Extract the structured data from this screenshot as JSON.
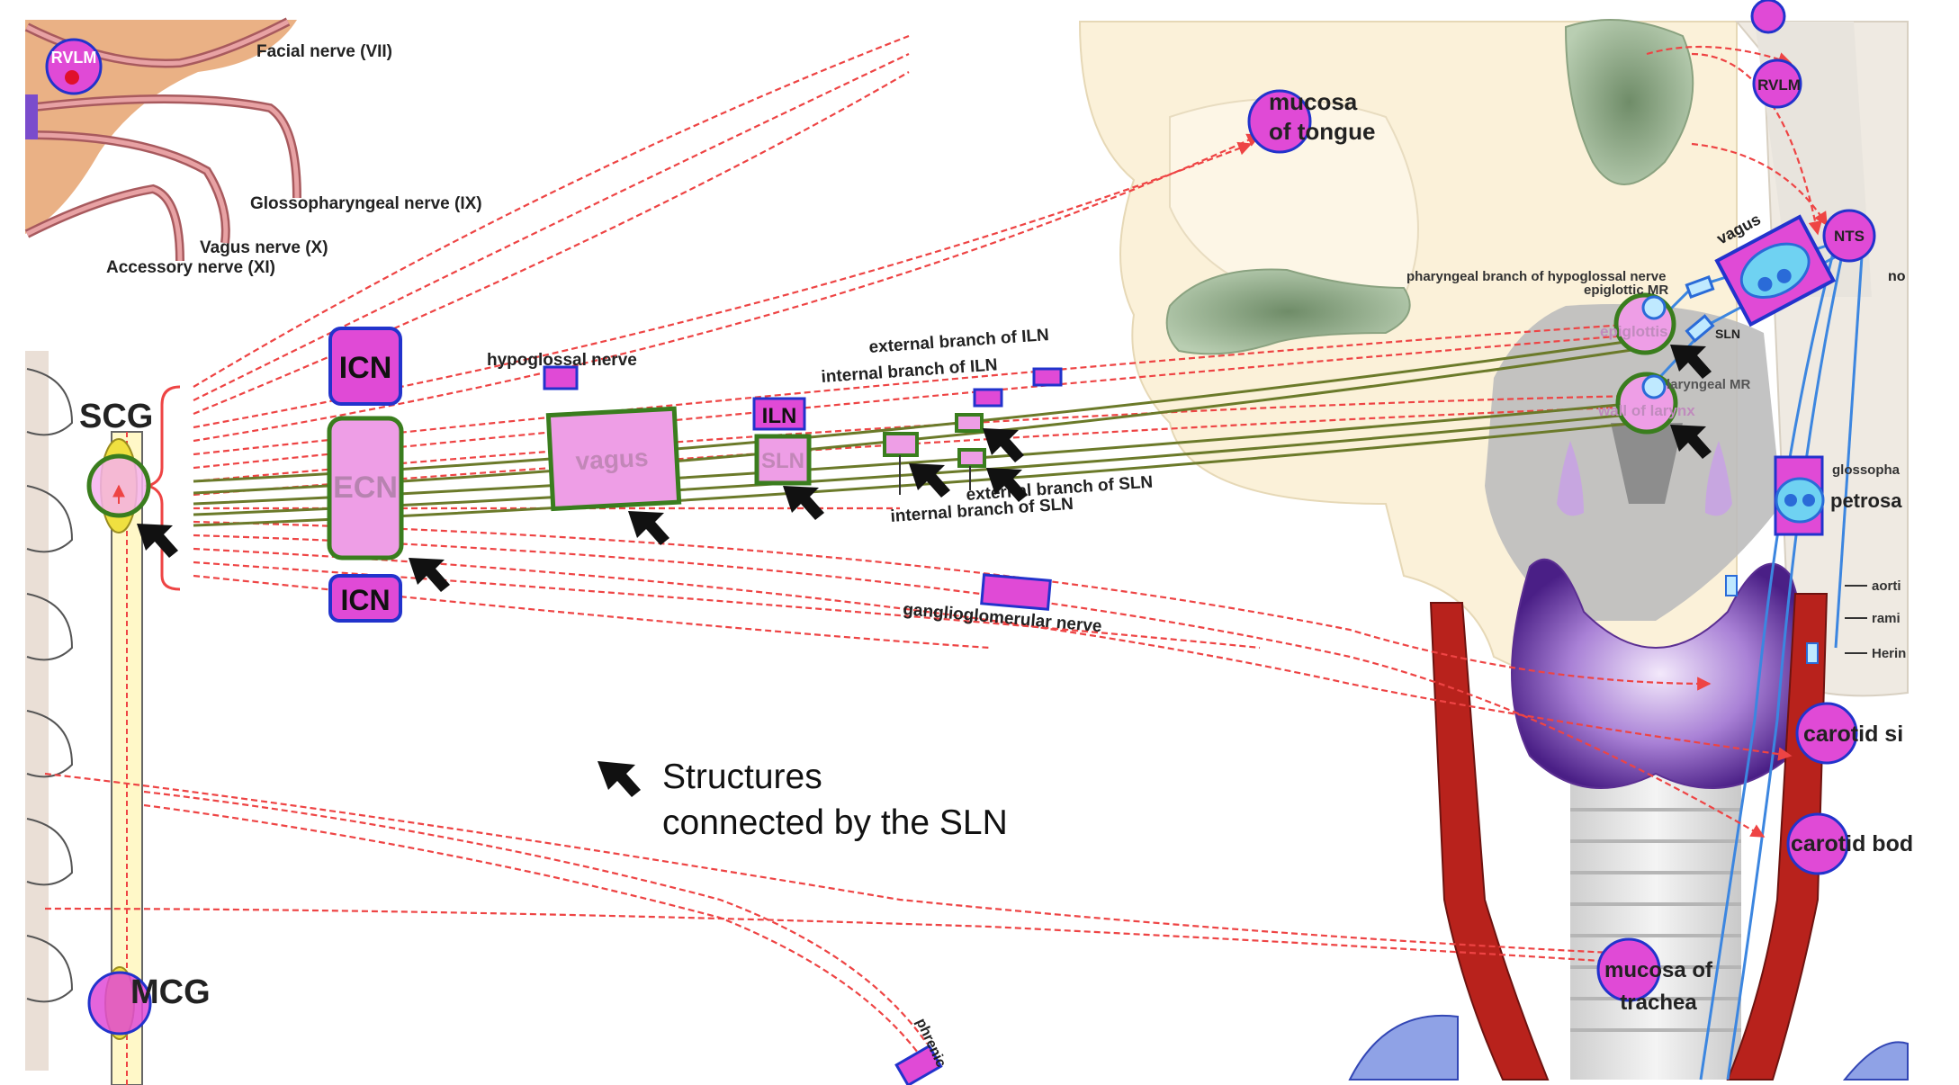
{
  "legend": {
    "line1": "Structures",
    "line2": "connected by the SLN"
  },
  "ganglia": {
    "scg": "SCG",
    "mcg": "MCG"
  },
  "boxes": {
    "icn_top": "ICN",
    "ecn": "ECN",
    "icn_bottom": "ICN",
    "vagus": "vagus",
    "iln": "ILN",
    "sln": "SLN"
  },
  "nerve_labels": {
    "facial": "Facial nerve (VII)",
    "glossopharyngeal": "Glossopharyngeal nerve (IX)",
    "vagus_x": "Vagus nerve (X)",
    "accessory": "Accessory nerve (XI)",
    "hypoglossal": "hypoglossal nerve",
    "external_iln": "external branch of ILN",
    "internal_iln": "internal branch of ILN",
    "external_sln": "external branch of SLN",
    "internal_sln": "internal branch of SLN",
    "ganglioglomerular": "ganglioglomerular nerve",
    "phrenic": "phrenic",
    "pharyngeal_hypoglossal": "pharyngeal branch of hypoglossal nerve",
    "epiglottic_mr": "epiglottic MR",
    "laryngeal_mr": "laryngeal MR",
    "sln_small": "SLN",
    "vagus_right": "vagus",
    "glossopha": "glossopha",
    "petrosa": "petrosa",
    "aorti": "aorti",
    "rami": "rami",
    "herin": "Herin",
    "no": "no"
  },
  "targets": {
    "rvlm_left": "RVLM",
    "rvlm_right": "RVLM",
    "nts": "NTS",
    "mucosa_tongue_1": "mucosa",
    "mucosa_tongue_2": "of tongue",
    "epiglottis": "epiglottis",
    "wall_larynx": "wall of larynx",
    "carotid_sinus": "carotid si",
    "carotid_body": "carotid bod",
    "mucosa_trachea_1": "mucosa of",
    "mucosa_trachea_2": "trachea"
  },
  "colors": {
    "magenta": "#e04ad6",
    "light_magenta": "#ee9ee6",
    "green_border": "#3a7d1e",
    "nerve_dash": "#ee4444",
    "blue": "#2233cc"
  }
}
